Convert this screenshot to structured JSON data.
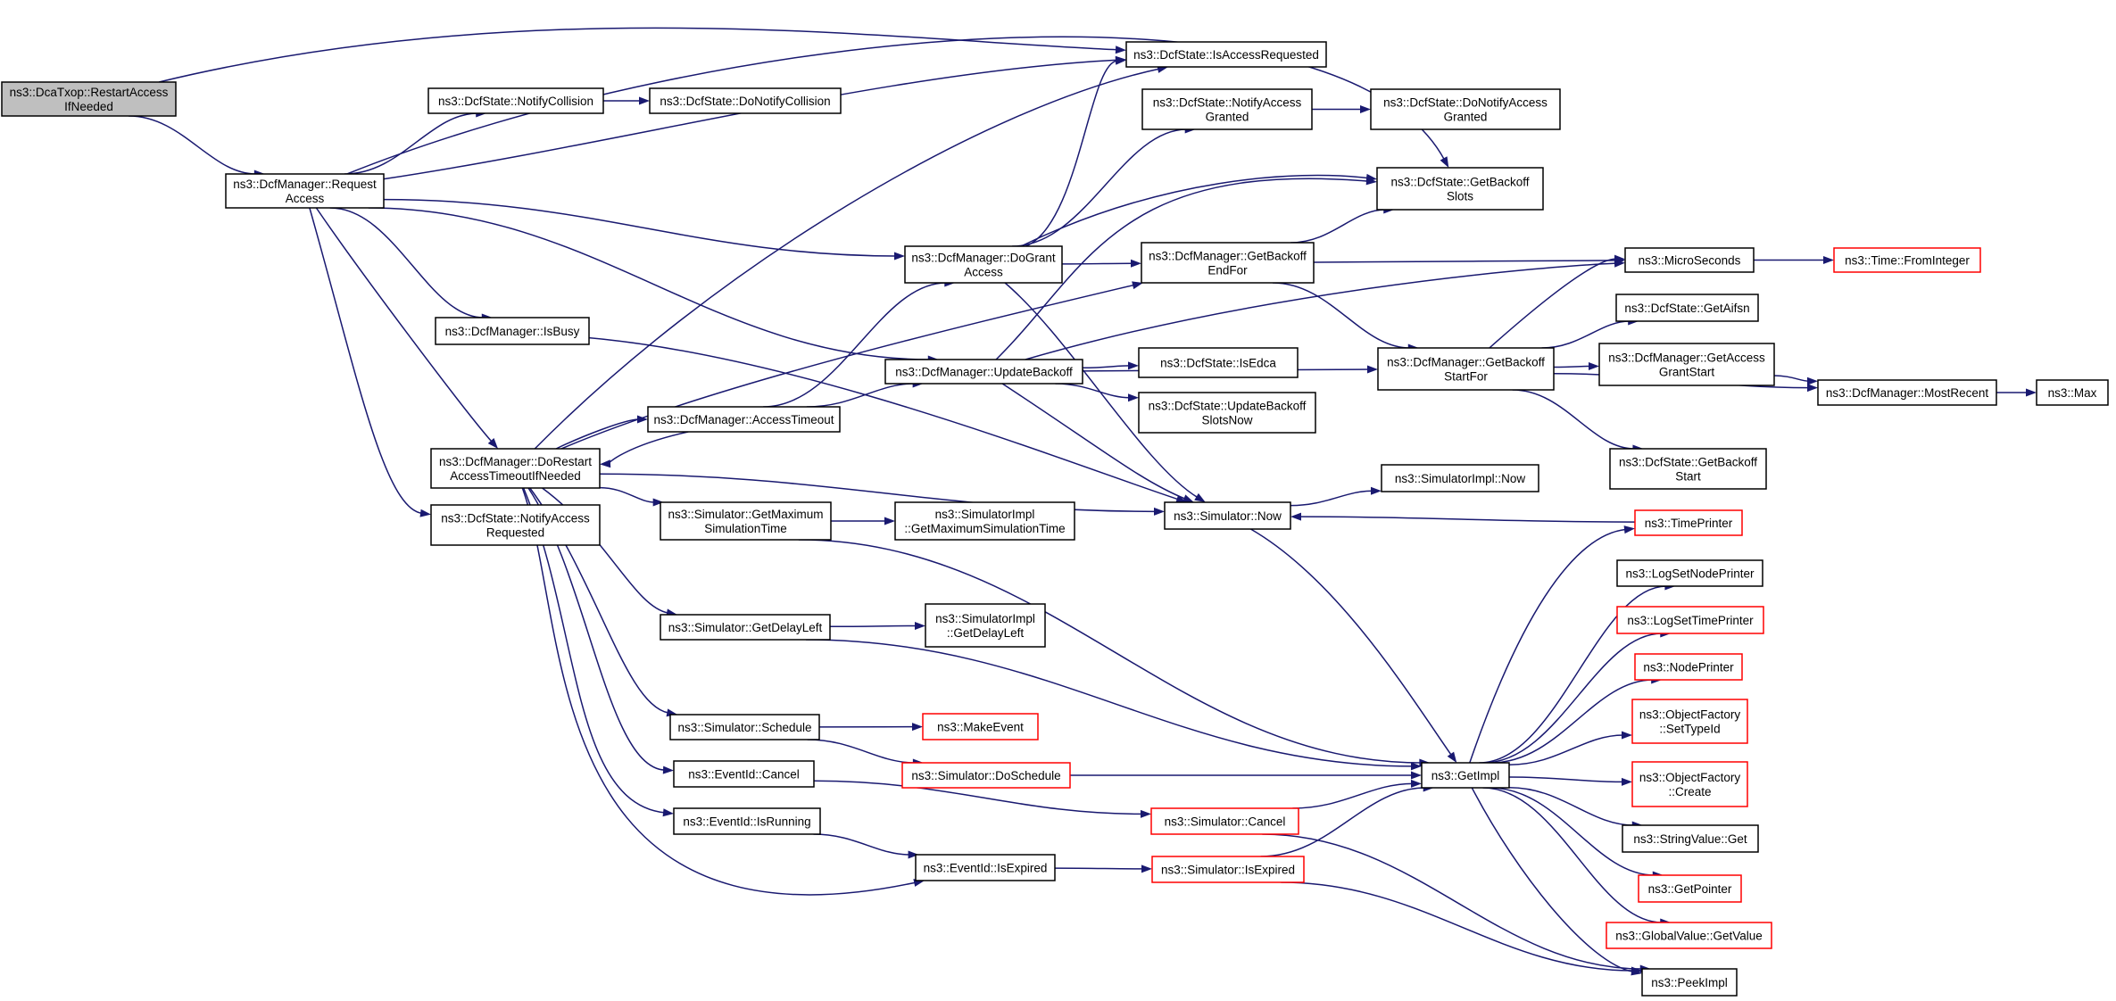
{
  "nodes": [
    {
      "id": "n0",
      "lines": [
        "ns3::DcaTxop::RestartAccess",
        "IfNeeded"
      ],
      "root": true,
      "clickable": false,
      "truncated": false
    },
    {
      "id": "n1",
      "lines": [
        "ns3::DcfManager::Request",
        "Access"
      ],
      "clickable": true,
      "truncated": false
    },
    {
      "id": "n2",
      "lines": [
        "ns3::DcfState::IsAccessRequested"
      ],
      "clickable": true,
      "truncated": false
    },
    {
      "id": "n3",
      "lines": [
        "ns3::DcfState::NotifyCollision"
      ],
      "clickable": true,
      "truncated": false
    },
    {
      "id": "n4",
      "lines": [
        "ns3::DcfState::DoNotifyCollision"
      ],
      "clickable": true,
      "truncated": false
    },
    {
      "id": "n5",
      "lines": [
        "ns3::DcfState::NotifyAccess",
        "Granted"
      ],
      "clickable": true,
      "truncated": false
    },
    {
      "id": "n6",
      "lines": [
        "ns3::DcfState::DoNotifyAccess",
        "Granted"
      ],
      "clickable": true,
      "truncated": false
    },
    {
      "id": "n7",
      "lines": [
        "ns3::DcfState::GetBackoff",
        "Slots"
      ],
      "clickable": true,
      "truncated": false
    },
    {
      "id": "n8",
      "lines": [
        "ns3::DcfManager::DoGrant",
        "Access"
      ],
      "clickable": true,
      "truncated": false
    },
    {
      "id": "n9",
      "lines": [
        "ns3::DcfManager::GetBackoff",
        "EndFor"
      ],
      "clickable": true,
      "truncated": false
    },
    {
      "id": "n10",
      "lines": [
        "ns3::MicroSeconds"
      ],
      "clickable": true,
      "truncated": false
    },
    {
      "id": "n11",
      "lines": [
        "ns3::Time::FromInteger"
      ],
      "clickable": true,
      "truncated": true
    },
    {
      "id": "n12",
      "lines": [
        "ns3::DcfManager::IsBusy"
      ],
      "clickable": true,
      "truncated": false
    },
    {
      "id": "n13",
      "lines": [
        "ns3::DcfManager::UpdateBackoff"
      ],
      "clickable": true,
      "truncated": false
    },
    {
      "id": "n14",
      "lines": [
        "ns3::DcfState::IsEdca"
      ],
      "clickable": true,
      "truncated": false
    },
    {
      "id": "n15",
      "lines": [
        "ns3::DcfState::UpdateBackoff",
        "SlotsNow"
      ],
      "clickable": true,
      "truncated": false
    },
    {
      "id": "n16",
      "lines": [
        "ns3::DcfManager::GetBackoff",
        "StartFor"
      ],
      "clickable": true,
      "truncated": false
    },
    {
      "id": "n17",
      "lines": [
        "ns3::DcfState::GetAifsn"
      ],
      "clickable": true,
      "truncated": false
    },
    {
      "id": "n18",
      "lines": [
        "ns3::DcfManager::GetAccess",
        "GrantStart"
      ],
      "clickable": true,
      "truncated": false
    },
    {
      "id": "n19",
      "lines": [
        "ns3::DcfManager::MostRecent"
      ],
      "clickable": true,
      "truncated": false
    },
    {
      "id": "n20",
      "lines": [
        "ns3::Max"
      ],
      "clickable": true,
      "truncated": false
    },
    {
      "id": "n21",
      "lines": [
        "ns3::DcfState::GetBackoff",
        "Start"
      ],
      "clickable": true,
      "truncated": false
    },
    {
      "id": "n22",
      "lines": [
        "ns3::DcfManager::AccessTimeout"
      ],
      "clickable": true,
      "truncated": false
    },
    {
      "id": "n23",
      "lines": [
        "ns3::DcfManager::DoRestart",
        "AccessTimeoutIfNeeded"
      ],
      "clickable": true,
      "truncated": false
    },
    {
      "id": "n24",
      "lines": [
        "ns3::DcfState::NotifyAccess",
        "Requested"
      ],
      "clickable": true,
      "truncated": false
    },
    {
      "id": "n25",
      "lines": [
        "ns3::Simulator::Now"
      ],
      "clickable": true,
      "truncated": false
    },
    {
      "id": "n26",
      "lines": [
        "ns3::SimulatorImpl::Now"
      ],
      "clickable": true,
      "truncated": false
    },
    {
      "id": "n27",
      "lines": [
        "ns3::Simulator::GetMaximum",
        "SimulationTime"
      ],
      "clickable": true,
      "truncated": false
    },
    {
      "id": "n28",
      "lines": [
        "ns3::SimulatorImpl",
        "::GetMaximumSimulationTime"
      ],
      "clickable": true,
      "truncated": false
    },
    {
      "id": "n29",
      "lines": [
        "ns3::TimePrinter"
      ],
      "clickable": true,
      "truncated": true
    },
    {
      "id": "n30",
      "lines": [
        "ns3::LogSetNodePrinter"
      ],
      "clickable": true,
      "truncated": false
    },
    {
      "id": "n31",
      "lines": [
        "ns3::LogSetTimePrinter"
      ],
      "clickable": true,
      "truncated": true
    },
    {
      "id": "n32",
      "lines": [
        "ns3::Simulator::GetDelayLeft"
      ],
      "clickable": true,
      "truncated": false
    },
    {
      "id": "n33",
      "lines": [
        "ns3::SimulatorImpl",
        "::GetDelayLeft"
      ],
      "clickable": true,
      "truncated": false
    },
    {
      "id": "n34",
      "lines": [
        "ns3::NodePrinter"
      ],
      "clickable": true,
      "truncated": true
    },
    {
      "id": "n35",
      "lines": [
        "ns3::ObjectFactory",
        "::SetTypeId"
      ],
      "clickable": true,
      "truncated": true
    },
    {
      "id": "n36",
      "lines": [
        "ns3::Simulator::Schedule"
      ],
      "clickable": true,
      "truncated": false
    },
    {
      "id": "n37",
      "lines": [
        "ns3::MakeEvent"
      ],
      "clickable": true,
      "truncated": true
    },
    {
      "id": "n38",
      "lines": [
        "ns3::Simulator::DoSchedule"
      ],
      "clickable": true,
      "truncated": true
    },
    {
      "id": "n39",
      "lines": [
        "ns3::GetImpl"
      ],
      "clickable": true,
      "truncated": false
    },
    {
      "id": "n40",
      "lines": [
        "ns3::EventId::Cancel"
      ],
      "clickable": true,
      "truncated": false
    },
    {
      "id": "n41",
      "lines": [
        "ns3::ObjectFactory",
        "::Create"
      ],
      "clickable": true,
      "truncated": true
    },
    {
      "id": "n42",
      "lines": [
        "ns3::Simulator::Cancel"
      ],
      "clickable": true,
      "truncated": true
    },
    {
      "id": "n43",
      "lines": [
        "ns3::EventId::IsRunning"
      ],
      "clickable": true,
      "truncated": false
    },
    {
      "id": "n44",
      "lines": [
        "ns3::StringValue::Get"
      ],
      "clickable": true,
      "truncated": false
    },
    {
      "id": "n45",
      "lines": [
        "ns3::EventId::IsExpired"
      ],
      "clickable": true,
      "truncated": false
    },
    {
      "id": "n46",
      "lines": [
        "ns3::Simulator::IsExpired"
      ],
      "clickable": true,
      "truncated": true
    },
    {
      "id": "n47",
      "lines": [
        "ns3::GetPointer"
      ],
      "clickable": true,
      "truncated": true
    },
    {
      "id": "n48",
      "lines": [
        "ns3::GlobalValue::GetValue"
      ],
      "clickable": true,
      "truncated": true
    },
    {
      "id": "n49",
      "lines": [
        "ns3::PeekImpl"
      ],
      "clickable": true,
      "truncated": false
    }
  ],
  "edges": [
    [
      "n0",
      "n1"
    ],
    [
      "n0",
      "n2"
    ],
    [
      "n1",
      "n2"
    ],
    [
      "n1",
      "n3"
    ],
    [
      "n1",
      "n8"
    ],
    [
      "n1",
      "n12"
    ],
    [
      "n1",
      "n13"
    ],
    [
      "n1",
      "n23"
    ],
    [
      "n1",
      "n24"
    ],
    [
      "n1",
      "n7"
    ],
    [
      "n3",
      "n4"
    ],
    [
      "n5",
      "n6"
    ],
    [
      "n8",
      "n2"
    ],
    [
      "n8",
      "n5"
    ],
    [
      "n8",
      "n7"
    ],
    [
      "n8",
      "n9"
    ],
    [
      "n8",
      "n25"
    ],
    [
      "n9",
      "n7"
    ],
    [
      "n9",
      "n10"
    ],
    [
      "n9",
      "n16"
    ],
    [
      "n10",
      "n11"
    ],
    [
      "n12",
      "n25"
    ],
    [
      "n13",
      "n10"
    ],
    [
      "n13",
      "n14"
    ],
    [
      "n13",
      "n15"
    ],
    [
      "n13",
      "n16"
    ],
    [
      "n13",
      "n25"
    ],
    [
      "n13",
      "n7"
    ],
    [
      "n16",
      "n10"
    ],
    [
      "n16",
      "n17"
    ],
    [
      "n16",
      "n18"
    ],
    [
      "n16",
      "n19"
    ],
    [
      "n16",
      "n21"
    ],
    [
      "n18",
      "n19"
    ],
    [
      "n19",
      "n20"
    ],
    [
      "n22",
      "n8"
    ],
    [
      "n22",
      "n13"
    ],
    [
      "n22",
      "n23"
    ],
    [
      "n23",
      "n2"
    ],
    [
      "n23",
      "n9"
    ],
    [
      "n23",
      "n22"
    ],
    [
      "n23",
      "n25"
    ],
    [
      "n23",
      "n27"
    ],
    [
      "n23",
      "n32"
    ],
    [
      "n23",
      "n36"
    ],
    [
      "n23",
      "n40"
    ],
    [
      "n23",
      "n43"
    ],
    [
      "n23",
      "n45"
    ],
    [
      "n25",
      "n26"
    ],
    [
      "n25",
      "n39"
    ],
    [
      "n27",
      "n28"
    ],
    [
      "n27",
      "n39"
    ],
    [
      "n29",
      "n25"
    ],
    [
      "n32",
      "n33"
    ],
    [
      "n32",
      "n39"
    ],
    [
      "n36",
      "n37"
    ],
    [
      "n36",
      "n38"
    ],
    [
      "n38",
      "n39"
    ],
    [
      "n39",
      "n29"
    ],
    [
      "n39",
      "n30"
    ],
    [
      "n39",
      "n31"
    ],
    [
      "n39",
      "n34"
    ],
    [
      "n39",
      "n35"
    ],
    [
      "n39",
      "n41"
    ],
    [
      "n39",
      "n44"
    ],
    [
      "n39",
      "n47"
    ],
    [
      "n39",
      "n48"
    ],
    [
      "n39",
      "n49"
    ],
    [
      "n40",
      "n42"
    ],
    [
      "n42",
      "n39"
    ],
    [
      "n42",
      "n49"
    ],
    [
      "n43",
      "n45"
    ],
    [
      "n45",
      "n46"
    ],
    [
      "n46",
      "n39"
    ],
    [
      "n46",
      "n49"
    ]
  ]
}
